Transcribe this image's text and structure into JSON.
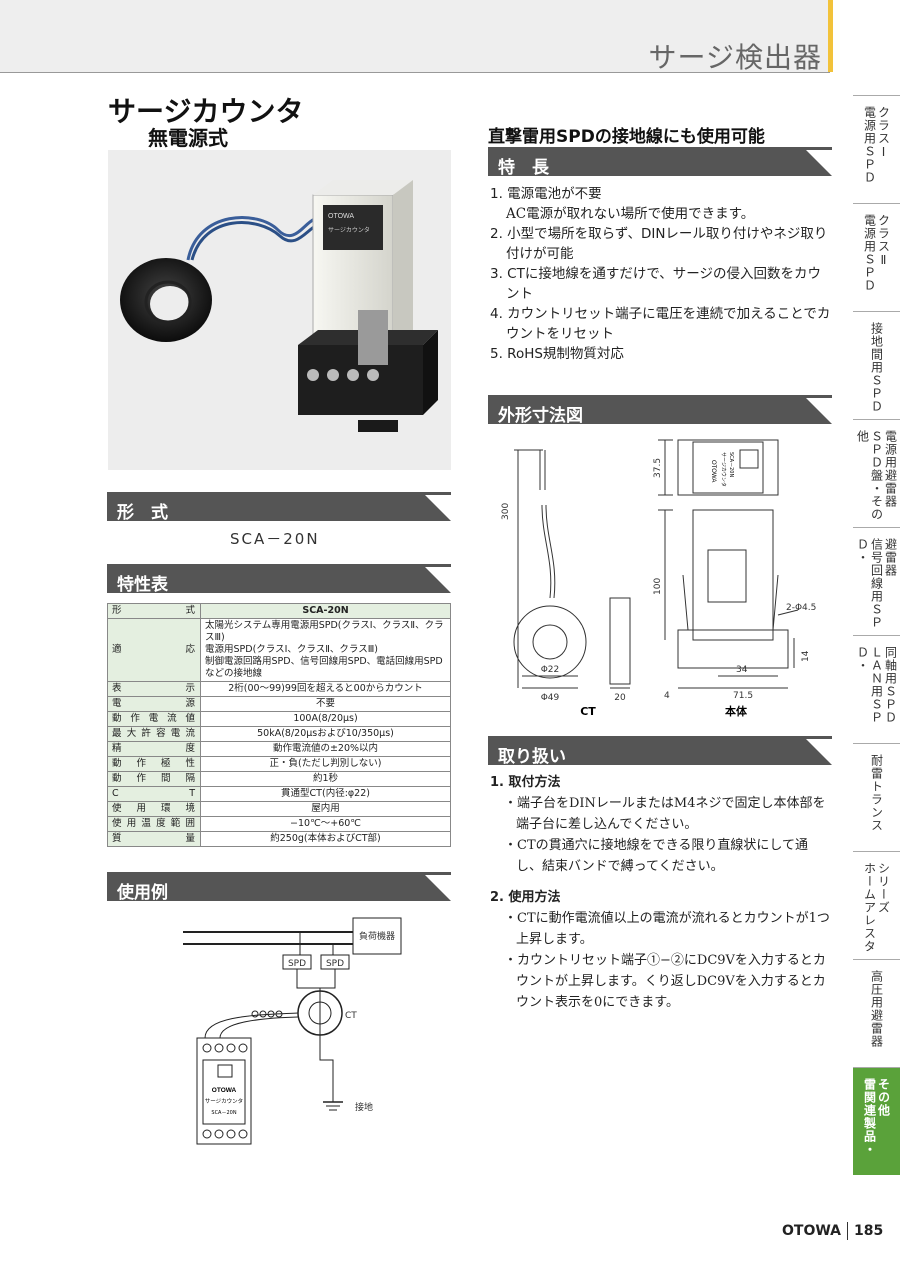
{
  "header": {
    "category": "サージ検出器"
  },
  "product": {
    "title": "サージカウンタ",
    "subtitle": "無電源式"
  },
  "sections": {
    "form": "形　式",
    "spec": "特性表",
    "usage": "使用例",
    "features": "特　長",
    "dimensions": "外形寸法図",
    "handling": "取り扱い"
  },
  "form_value": "SCA－20N",
  "photo": {
    "brand": "OTOWA",
    "label": "サージカウンタ"
  },
  "spec_table": {
    "header": {
      "key": "形　　　式",
      "value": "SCA-20N"
    },
    "rows": [
      {
        "key": "適　　　応",
        "lines": [
          "太陽光システム専用電源用SPD(クラスⅠ、クラスⅡ、クラスⅢ)",
          "電源用SPD(クラスⅠ、クラスⅡ、クラスⅢ)",
          "制御電源回路用SPD、信号回線用SPD、電話回線用SPD",
          "などの接地線"
        ]
      },
      {
        "key": "表　　　示",
        "value": "2桁(00〜99)99回を超えると00からカウント"
      },
      {
        "key": "電　　　源",
        "value": "不要"
      },
      {
        "key": "動作電流値",
        "value": "100A(8/20μs)"
      },
      {
        "key": "最大許容電流",
        "value": "50kA(8/20μsおよび10/350μs)"
      },
      {
        "key": "精　　　度",
        "value": "動作電流値の±20%以内"
      },
      {
        "key": "動作極性",
        "value": "正・負(ただし判別しない)"
      },
      {
        "key": "動作間隔",
        "value": "約1秒"
      },
      {
        "key": "C　　　T",
        "value": "貫通型CT(内径:φ22)"
      },
      {
        "key": "使用環境",
        "value": "屋内用"
      },
      {
        "key": "使用温度範囲",
        "value": "−10℃〜+60℃"
      },
      {
        "key": "質　　　量",
        "value": "約250g(本体およびCT部)"
      }
    ]
  },
  "usage": {
    "load": "負荷機器",
    "spd1": "SPD",
    "spd2": "SPD",
    "ct": "CT",
    "ground": "接地",
    "brand": "OTOWA",
    "name": "サージカウンタ",
    "model": "SCA－20N"
  },
  "right_heading": "直撃雷用SPDの接地線にも使用可能",
  "features": [
    {
      "text": "1. 電源電池が不要",
      "sub": "AC電源が取れない場所で使用できます。"
    },
    {
      "text": "2. 小型で場所を取らず、DINレール取り付けやネジ取り付けが可能"
    },
    {
      "text": "3. CTに接地線を通すだけで、サージの侵入回数をカウント"
    },
    {
      "text": "4. カウントリセット端子に電圧を連続で加えることでカウントをリセット"
    },
    {
      "text": "5. RoHS規制物質対応"
    }
  ],
  "dims": {
    "d300": "300",
    "d22": "Φ22",
    "d49": "Φ49",
    "d20": "20",
    "ct": "CT",
    "d375": "37.5",
    "d100": "100",
    "d24": "2-Φ4.5",
    "d14": "14",
    "d34": "34",
    "d4": "4",
    "d715": "71.5",
    "body": "本体",
    "brand": "OTOWA",
    "name": "サージカウンタ",
    "model": "SCA－20N"
  },
  "handling": [
    {
      "title": "1. 取付方法",
      "bullets": [
        "・端子台をDINレールまたはM4ネジで固定し本体部を端子台に差し込んでください。",
        "・CTの貫通穴に接地線をできる限り直線状にして通し、結束バンドで縛ってください。"
      ]
    },
    {
      "title": "2. 使用方法",
      "bullets": [
        "・CTに動作電流値以上の電流が流れるとカウントが1つ上昇します。",
        "・カウントリセット端子①−②にDC9Vを入力するとカウントが上昇します。くり返しDC9Vを入力するとカウント表示を0にできます。"
      ]
    }
  ],
  "side_tabs": [
    {
      "label": "電源用SPD クラスⅠ",
      "cols": [
        "電源用ＳＰＤ",
        "クラスⅠ"
      ],
      "height": 108
    },
    {
      "label": "電源用SPD クラスⅡ",
      "cols": [
        "電源用ＳＰＤ",
        "クラスⅡ"
      ],
      "height": 108
    },
    {
      "label": "接地間用SPD",
      "cols": [
        "接地間用ＳＰＤ"
      ],
      "height": 108
    },
    {
      "label": "SPD盤・その他 電源用避雷器",
      "cols": [
        "ＳＰＤ盤・その他",
        "電源用避雷器"
      ],
      "height": 108
    },
    {
      "label": "信号回線用SPD・避雷器",
      "cols": [
        "信号回線用ＳＰＤ・",
        "避雷器"
      ],
      "height": 108
    },
    {
      "label": "LAN用SPD・同軸用SPD",
      "cols": [
        "ＬＡＮ用ＳＰＤ・",
        "同軸用ＳＰＤ"
      ],
      "height": 108
    },
    {
      "label": "耐雷トランス",
      "cols": [
        "耐雷トランス"
      ],
      "height": 108
    },
    {
      "label": "ホームアレスタシリーズ",
      "cols": [
        "ホームアレスタ",
        "シリーズ"
      ],
      "height": 108
    },
    {
      "label": "高圧用避雷器",
      "cols": [
        "高圧用避雷器"
      ],
      "height": 108
    },
    {
      "label": "雷関連製品・その他",
      "cols": [
        "雷関連製品・",
        "その他"
      ],
      "height": 108,
      "active": true
    }
  ],
  "footer": {
    "brand": "OTOWA",
    "page": "185"
  },
  "colors": {
    "accent": "#5aa23a",
    "section": "#555555",
    "gold": "#f2c23a",
    "table_key": "#e4efe0"
  }
}
